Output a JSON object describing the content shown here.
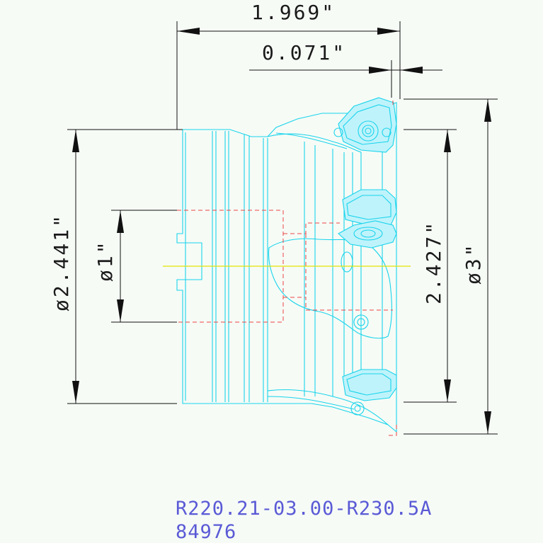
{
  "colors": {
    "background": "#f6fbf6",
    "part_outline": "#19d4ec",
    "hidden_lines": "#ee4444",
    "center_axis": "#e4e400",
    "dimensions": "#111111",
    "part_number": "#5a5ad6"
  },
  "dimensions": {
    "overall_length": "1.969\"",
    "insert_protrusion": "0.071\"",
    "body_diameter": "ø2.441\"",
    "bore_diameter": "ø1\"",
    "effective_width": "2.427\"",
    "cutting_diameter": "ø3\""
  },
  "part": {
    "code": "R220.21-03.00-R230.5A",
    "number": "84976"
  }
}
